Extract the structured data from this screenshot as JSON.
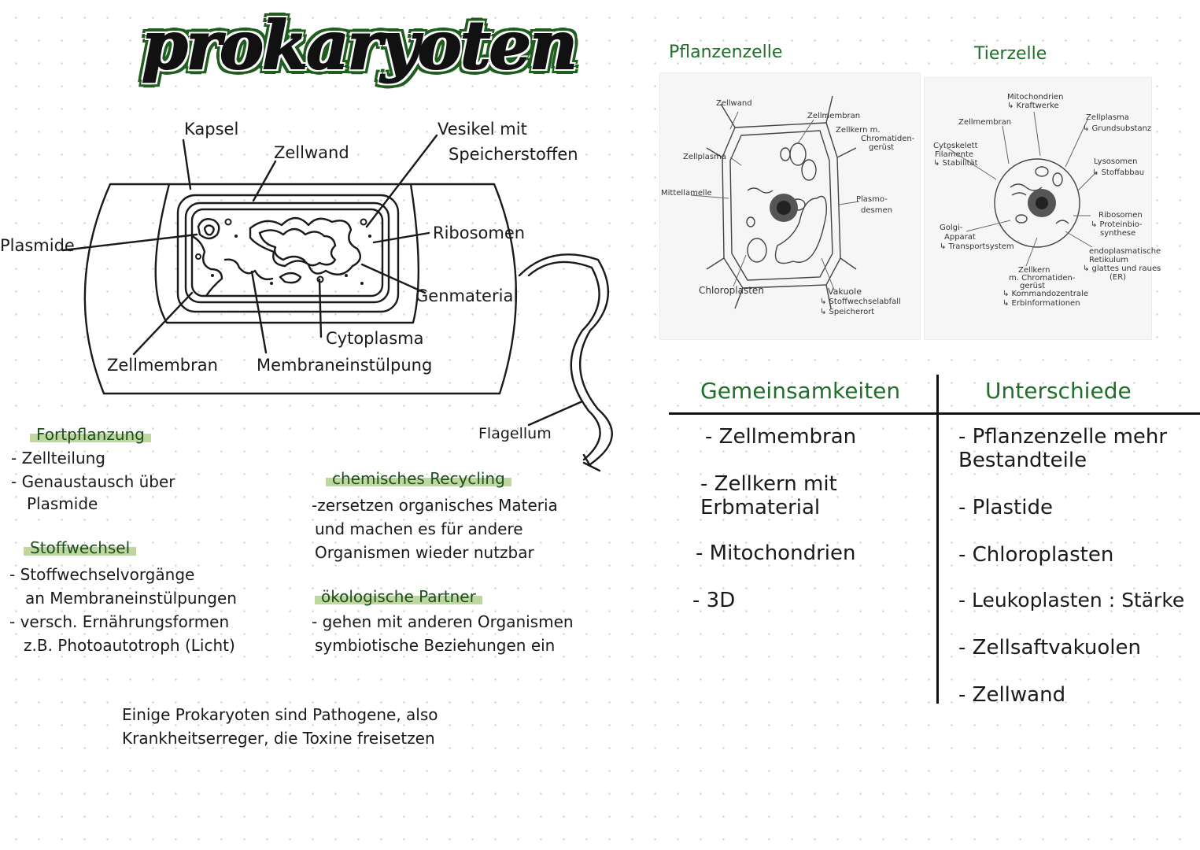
{
  "title": "prokaryoten",
  "prokaryote": {
    "labels": {
      "kapsel": "Kapsel",
      "zellwand": "Zellwand",
      "vesikel_1": "Vesikel mit",
      "vesikel_2": "Speicherstoffen",
      "plasmide": "Plasmide",
      "ribosomen": "Ribosomen",
      "genmaterial": "Genmaterial",
      "cytoplasma": "Cytoplasma",
      "zellmembran": "Zellmembran",
      "membraneinstuelpung": "Membraneinstülpung",
      "flagellum": "Flagellum"
    }
  },
  "notes": {
    "fortpflanzung": {
      "heading": "Fortpflanzung",
      "lines": [
        "- Zellteilung",
        "- Genaustausch über",
        "  Plasmide"
      ]
    },
    "stoffwechsel": {
      "heading": "Stoffwechsel",
      "lines": [
        "- Stoffwechselvorgänge",
        "  an Membraneinstülpungen",
        "- versch. Ernährungsformen",
        "  z.B. Photoautotroph (Licht)"
      ]
    },
    "recycling": {
      "heading": "chemisches Recycling",
      "lines": [
        "-zersetzen organisches Materia",
        " und machen es für andere",
        " Organismen wieder nutzbar"
      ]
    },
    "partner": {
      "heading": "ökologische Partner",
      "lines": [
        "- gehen mit anderen Organismen",
        "  symbiotische Beziehungen ein"
      ]
    },
    "pathogen": {
      "lines": [
        "Einige Prokaryoten sind Pathogene, also",
        "Krankheitserreger, die Toxine freisetzen"
      ]
    }
  },
  "cells": {
    "pflanze": {
      "title": "Pflanzenzelle",
      "labels": {
        "zellwand": "Zellwand",
        "zellmembran": "Zellmembran",
        "zellkern_1": "Zellkern m.",
        "zellkern_2": "Chromatiden-",
        "zellkern_3": "gerüst",
        "zellplasma": "Zellplasma",
        "mittellamelle": "Mittellamelle",
        "plasmo_1": "Plasmo-",
        "plasmo_2": "desmen",
        "chloroplasten": "Chloroplasten",
        "vakuole": "Vakuole",
        "vakuole_1": "↳ Stoffwechselabfall",
        "vakuole_2": "↳ Speicherort"
      }
    },
    "tier": {
      "title": "Tierzelle",
      "labels": {
        "mito_1": "Mitochondrien",
        "mito_2": "↳ Kraftwerke",
        "zellmembran": "Zellmembran",
        "zellplasma_1": "Zellplasma",
        "zellplasma_2": "↳ Grundsubstanz",
        "cyto_1": "Cytoskelett",
        "cyto_2": "Filamente",
        "cyto_3": "↳ Stabilität",
        "lyso_1": "Lysosomen",
        "lyso_2": "↳ Stoffabbau",
        "golgi_1": "Golgi-",
        "golgi_2": "Apparat",
        "golgi_3": "↳ Transportsystem",
        "ribo_1": "Ribosomen",
        "ribo_2": "↳ Proteinbio-",
        "ribo_3": "synthese",
        "er_1": "endoplasmatische",
        "er_2": "Retikulum",
        "er_3": "↳ glattes und raues",
        "er_4": "(ER)",
        "kern_1": "Zellkern",
        "kern_2": "m. Chromatiden-",
        "kern_3": "gerüst",
        "kern_4": "↳ Kommandozentrale",
        "kern_5": "↳ Erbinformationen"
      }
    }
  },
  "comparison": {
    "headers": [
      "Gemeinsamkeiten",
      "Unterschiede"
    ],
    "gemeinsam": [
      "- Zellmembran",
      "- Zellkern mit",
      "  Erbmaterial",
      "- Mitochondrien",
      "- 3D"
    ],
    "unterschiede": [
      "- Pflanzenzelle mehr",
      "  Bestandteile",
      "- Plastide",
      "- Chloroplasten",
      "- Leukoplasten : Stärke",
      "- Zellsaftvakuolen",
      "- Zellwand"
    ]
  },
  "colors": {
    "heading_green": "#1f6e2a",
    "highlight": "#bdd79f",
    "ink": "#1a1a1a"
  }
}
